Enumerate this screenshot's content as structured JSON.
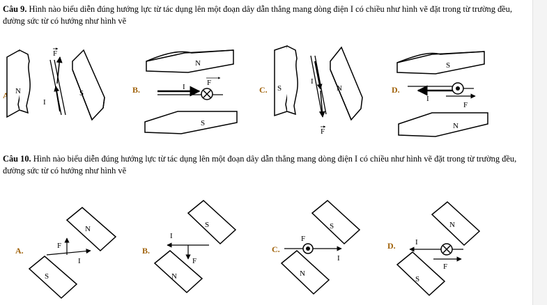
{
  "q9": {
    "number": "Câu 9.",
    "text": " Hình nào biểu diễn đúng hướng lực từ tác dụng lên một đoạn dây dẫn thẳng mang dòng điện I có chiều như hình vẽ đặt trong từ trường đều, đường sức từ có hướng như hình vẽ"
  },
  "q10": {
    "number": "Câu 10.",
    "text": " Hình nào biểu diễn đúng hướng lực từ tác dụng lên một đoạn dây dẫn thẳng mang dòng điện I có chiều như hình vẽ đặt trong từ trường đều, đường sức từ có hướng như hình vẽ"
  },
  "options": [
    "A.",
    "B.",
    "C.",
    "D."
  ],
  "symbols": {
    "north": "N",
    "south": "S",
    "current": "I",
    "force": "F"
  },
  "colors": {
    "option_label": "#a0620a",
    "text": "#000000"
  }
}
